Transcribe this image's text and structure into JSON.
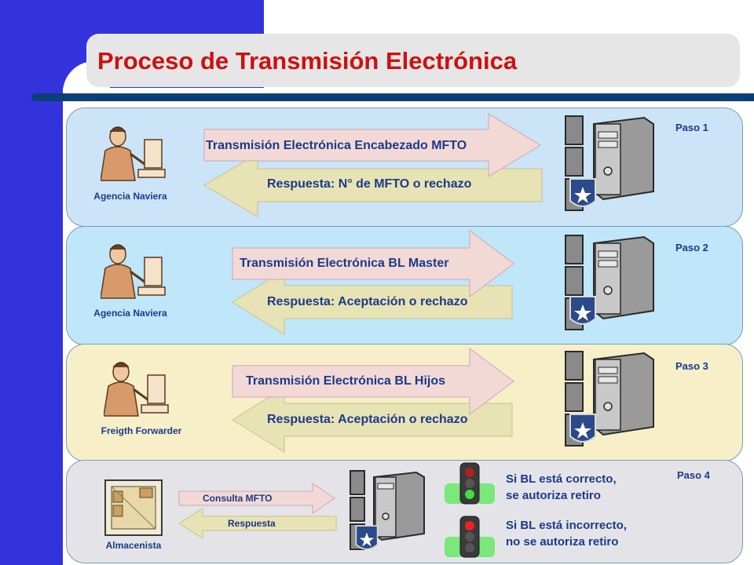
{
  "title": "Proceso de Transmisión Electrónica",
  "steps": [
    {
      "step": "Paso 1",
      "actor": "Agencia Naviera",
      "send": "Transmisión Electrónica  Encabezado MFTO",
      "reply": "Respuesta: N° de MFTO o rechazo"
    },
    {
      "step": "Paso 2",
      "actor": "Agencia Naviera",
      "send": "Transmisión Electrónica BL Master",
      "reply": "Respuesta: Aceptación o rechazo"
    },
    {
      "step": "Paso 3",
      "actor": "Freigth Forwarder",
      "send": "Transmisión Electrónica BL Hijos",
      "reply": "Respuesta: Aceptación o rechazo"
    },
    {
      "step": "Paso 4",
      "actor": "Almacenista",
      "send": "Consulta MFTO",
      "reply": "Respuesta",
      "ok": [
        "Si BL está correcto,",
        "se autoriza retiro"
      ],
      "fail": [
        "Si BL está incorrecto,",
        "no se autoriza retiro"
      ]
    }
  ],
  "icons": [
    "person-at-computer-icon",
    "server-tower-icon",
    "customs-shield-icon",
    "warehouse-icon",
    "traffic-light-icon"
  ],
  "colors": {
    "title": "#cc1111",
    "accent_blue": "#3333dd",
    "text": "#1a3a8a",
    "arrow_send": "#f3d9d6",
    "arrow_reply": "#e8e3b4"
  }
}
